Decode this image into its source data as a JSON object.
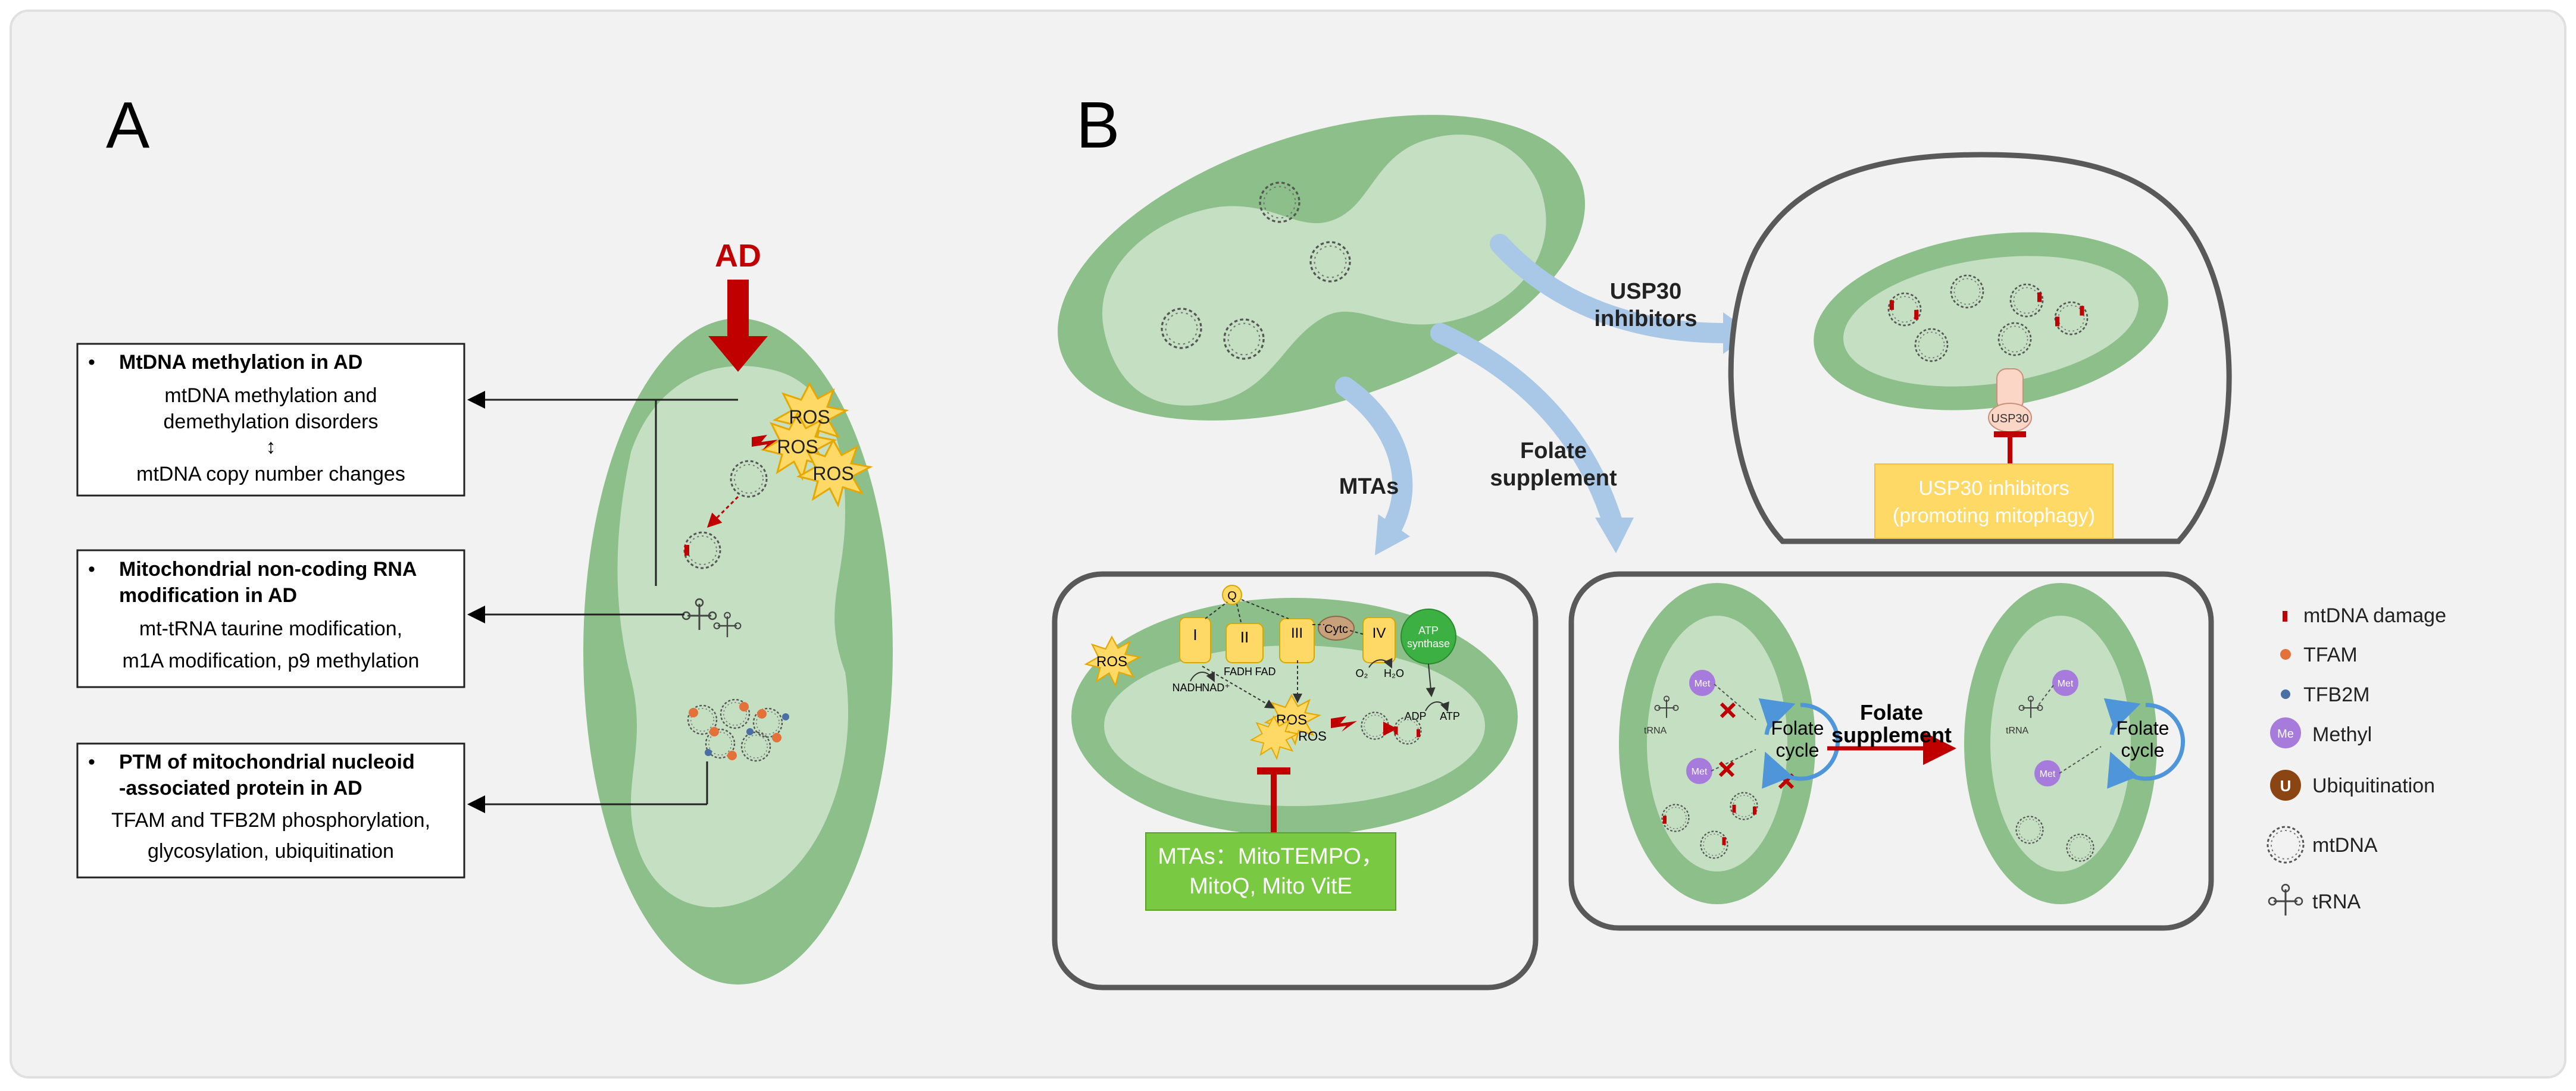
{
  "panel_a": {
    "label": "A",
    "trigger": "AD",
    "ros": [
      "ROS",
      "ROS",
      "ROS"
    ],
    "boxes": [
      {
        "bullet": "•",
        "title": "MtDNA methylation in AD",
        "lines": [
          "mtDNA methylation and",
          "demethylation disorders",
          "↕",
          "mtDNA copy number changes"
        ]
      },
      {
        "bullet": "•",
        "title_lines": [
          "Mitochondrial non-coding RNA",
          "modification in AD"
        ],
        "lines": [
          "mt-tRNA taurine modification,",
          "m1A modification, p9 methylation"
        ]
      },
      {
        "bullet": "•",
        "title_lines": [
          "PTM of mitochondrial nucleoid",
          "-associated protein in AD"
        ],
        "lines": [
          "TFAM and TFB2M phosphorylation,",
          "glycosylation, ubiquitination"
        ]
      }
    ]
  },
  "panel_b": {
    "label": "B",
    "arrows": {
      "usp30": [
        "USP30",
        "inhibitors"
      ],
      "mtas": "MTAs",
      "folate": [
        "Folate",
        "supplement"
      ],
      "folate_inner": [
        "Folate",
        "supplement"
      ]
    },
    "usp30_panel": {
      "protein_label": "USP30",
      "box_lines": [
        "USP30 inhibitors",
        "(promoting mitophagy)"
      ]
    },
    "mtas_panel": {
      "complexes": [
        "I",
        "II",
        "III",
        "IV"
      ],
      "small": [
        "NADH",
        "NAD⁺",
        "FADH",
        "FAD",
        "O₂",
        "H₂O",
        "ADP",
        "ATP"
      ],
      "q": "Q",
      "cytc": "Cytc",
      "atp_synthase": [
        "ATP",
        "synthase"
      ],
      "ros": [
        "ROS",
        "ROS",
        "ROS"
      ],
      "box_lines": [
        "MTAs：MitoTEMPO，",
        "MitoQ, Mito VitE"
      ]
    },
    "folate_panel": {
      "cycle": [
        "Folate",
        "cycle"
      ],
      "methyl": "Met",
      "trna": "tRNA"
    }
  },
  "legend": [
    {
      "label": "mtDNA damage",
      "icon": "mtdna-damage-icon"
    },
    {
      "label": "TFAM",
      "icon": "tfam-icon"
    },
    {
      "label": "TFB2M",
      "icon": "tfb2m-icon"
    },
    {
      "label": "Methyl",
      "icon": "methyl-icon",
      "glyph": "Me"
    },
    {
      "label": "Ubiquitination",
      "icon": "ubiquitination-icon",
      "glyph": "U"
    },
    {
      "label": "mtDNA",
      "icon": "mtdna-icon"
    },
    {
      "label": "tRNA",
      "icon": "trna-icon"
    }
  ],
  "colors": {
    "background": "#f2f2f2",
    "mito_outer": "#8cbf8a",
    "mito_inner": "#c5dfc3",
    "dark_red": "#c00000",
    "ros_yellow": "#ffd966",
    "usp30_box": "#ffd966",
    "mtas_box": "#7ac943",
    "arrow_blue": "#a9c7e6",
    "cycle_blue": "#4e95d9",
    "methyl_purple": "#a77bdb",
    "ubiquitin_brown": "#8b4513",
    "tfam_orange": "#e4703a",
    "tfb2m_blue": "#4a6fa5"
  }
}
